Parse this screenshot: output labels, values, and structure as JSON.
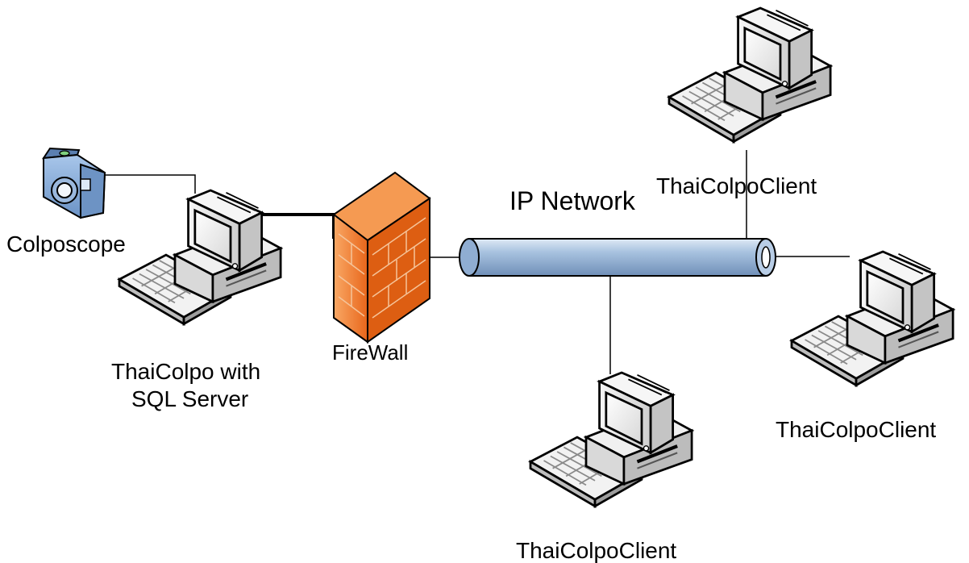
{
  "diagram": {
    "labels": {
      "colposcope": "Colposcope",
      "server_line1": "ThaiColpo with",
      "server_line2": "SQL Server",
      "firewall": "FireWall",
      "network": "IP Network",
      "client_top": "ThaiColpoClient",
      "client_right": "ThaiColpoClient",
      "client_bottom": "ThaiColpoClient"
    },
    "nodes": [
      {
        "id": "colposcope",
        "icon": "camera-icon"
      },
      {
        "id": "server",
        "icon": "desktop-computer-icon"
      },
      {
        "id": "firewall",
        "icon": "firewall-brick-icon"
      },
      {
        "id": "network",
        "icon": "network-pipe-icon"
      },
      {
        "id": "client-top",
        "icon": "desktop-computer-icon"
      },
      {
        "id": "client-right",
        "icon": "desktop-computer-icon"
      },
      {
        "id": "client-bottom",
        "icon": "desktop-computer-icon"
      }
    ],
    "edges": [
      {
        "from": "colposcope",
        "to": "server"
      },
      {
        "from": "server",
        "to": "firewall"
      },
      {
        "from": "firewall",
        "to": "network"
      },
      {
        "from": "network",
        "to": "client-top"
      },
      {
        "from": "network",
        "to": "client-right"
      },
      {
        "from": "network",
        "to": "client-bottom"
      }
    ],
    "colors": {
      "firewall": "#f07a28",
      "pipe": "#9db8d8",
      "camera": "#7fa8d8",
      "computer": "#e8e8e8"
    }
  }
}
